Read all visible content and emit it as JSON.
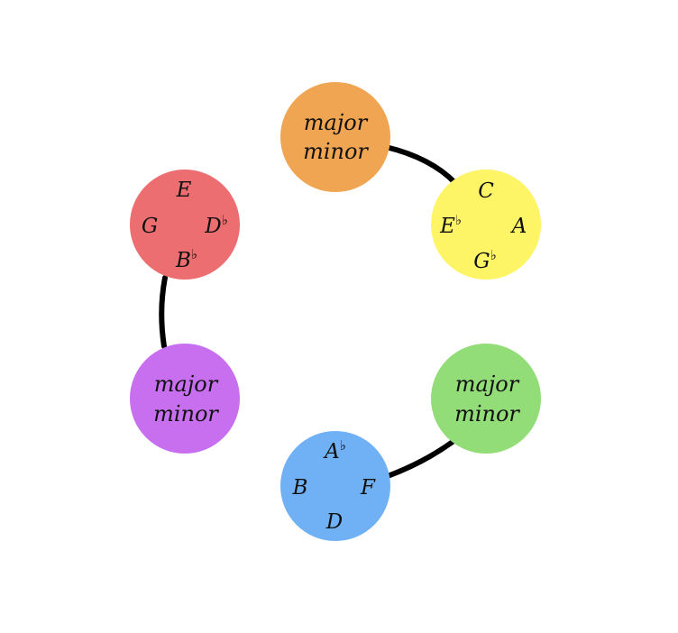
{
  "nodes": [
    {
      "id": "orange",
      "color": "#f0a552",
      "lines": [
        "major",
        "minor"
      ]
    },
    {
      "id": "yellow",
      "color": "#fdf466",
      "notes": {
        "top": "C",
        "left": "E",
        "left_acc": "♭",
        "right": "A",
        "bottom": "G",
        "bottom_acc": "♭"
      }
    },
    {
      "id": "green",
      "color": "#93dd78",
      "lines": [
        "major",
        "minor"
      ]
    },
    {
      "id": "blue",
      "color": "#6fb1f4",
      "notes": {
        "top": "A",
        "top_acc": "♭",
        "left": "B",
        "right": "F",
        "bottom": "D"
      }
    },
    {
      "id": "purple",
      "color": "#c86ff0",
      "lines": [
        "major",
        "minor"
      ]
    },
    {
      "id": "red",
      "color": "#ec6e70",
      "notes": {
        "top": "E",
        "left": "G",
        "right": "D",
        "right_acc": "♭",
        "bottom": "B",
        "bottom_acc": "♭"
      }
    }
  ],
  "edges": [
    {
      "from": "orange",
      "to": "yellow"
    },
    {
      "from": "green",
      "to": "blue"
    },
    {
      "from": "purple",
      "to": "red"
    }
  ]
}
